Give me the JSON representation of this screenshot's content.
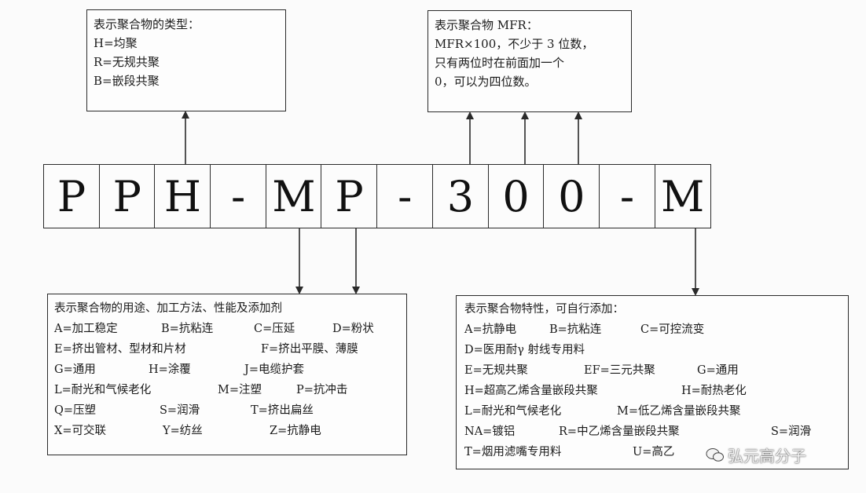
{
  "type_box": {
    "lines": [
      "表示聚合物的类型：",
      "H=均聚",
      "R=无规共聚",
      "B=嵌段共聚"
    ]
  },
  "mfr_box": {
    "lines": [
      "表示聚合物 MFR：",
      "MFR×100，不少于 3 位数，",
      "只有两位时在前面加一个",
      "0，可以为四位数。"
    ]
  },
  "code": [
    "P",
    "P",
    "H",
    "-",
    "M",
    "P",
    "-",
    "3",
    "0",
    "0",
    "-",
    "M"
  ],
  "usage_box": {
    "rows": [
      [
        "表示聚合物的用途、加工方法、性能及添加剂"
      ],
      [
        "A=加工稳定",
        "B=抗粘连",
        "C=压延",
        "D=粉状"
      ],
      [
        "E=挤出管材、型材和片材",
        "F=挤出平膜、薄膜"
      ],
      [
        "G=通用",
        "H=涂覆",
        "J=电缆护套"
      ],
      [
        "L=耐光和气候老化",
        "M=注塑",
        "P=抗冲击"
      ],
      [
        "Q=压塑",
        "S=润滑",
        "T=挤出扁丝"
      ],
      [
        "X=可交联",
        "Y=纺丝",
        "Z=抗静电"
      ]
    ]
  },
  "property_box": {
    "rows": [
      [
        "表示聚合物特性，可自行添加："
      ],
      [
        "A=抗静电",
        "B=抗粘连",
        "C=可控流变"
      ],
      [
        "D=医用耐γ 射线专用料"
      ],
      [
        "E=无规共聚",
        "EF=三元共聚",
        "G=通用"
      ],
      [
        "H=超高乙烯含量嵌段共聚",
        "H=耐热老化"
      ],
      [
        "L=耐光和气候老化",
        "M=低乙烯含量嵌段共聚"
      ],
      [
        "NA=镀铝",
        "R=中乙烯含量嵌段共聚",
        "S=润滑"
      ],
      [
        "T=烟用滤嘴专用料",
        "U=高乙"
      ]
    ]
  },
  "watermark": "弘元高分子"
}
